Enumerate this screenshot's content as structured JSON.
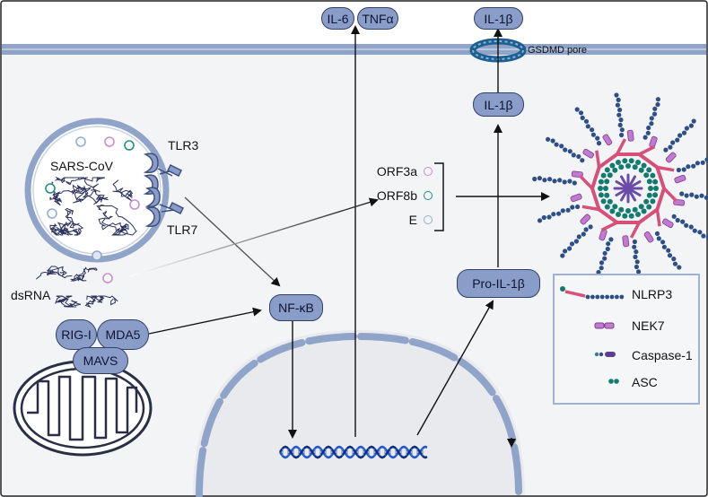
{
  "cytokines": {
    "il6": "IL-6",
    "tnfa": "TNFα",
    "il1b_out": "IL-1β",
    "il1b_in": "IL-1β",
    "pro_il1b": "Pro-IL-1β"
  },
  "pore_label": "GSDMD pore",
  "virus": {
    "label": "SARS-CoV",
    "tlr3": "TLR3",
    "tlr7": "TLR7"
  },
  "dsrna": "dsRNA",
  "sensors": {
    "rigi": "RIG-I",
    "mda5": "MDA5",
    "mavs": "MAVS"
  },
  "nfkb": "NF-κB",
  "viral_proteins": [
    {
      "label": "ORF3a",
      "color": "#c98fd0"
    },
    {
      "label": "ORF8b",
      "color": "#1f8f86"
    },
    {
      "label": "E",
      "color": "#8fb0d8"
    }
  ],
  "legend": [
    {
      "label": "NLRP3",
      "icon": "nlrp3-icon"
    },
    {
      "label": "NEK7",
      "icon": "nek7-icon"
    },
    {
      "label": "Caspase-1",
      "icon": "caspase1-icon"
    },
    {
      "label": "ASC",
      "icon": "asc-icon"
    }
  ],
  "colors": {
    "membrane": "#8fa4c8",
    "pill": "#8a9dc9",
    "nlrp3": "#d6507a",
    "nek7": "#c07ad0",
    "caspase": "#2e4f86",
    "asc": "#137a70",
    "nucleus": "#e9ebee"
  }
}
